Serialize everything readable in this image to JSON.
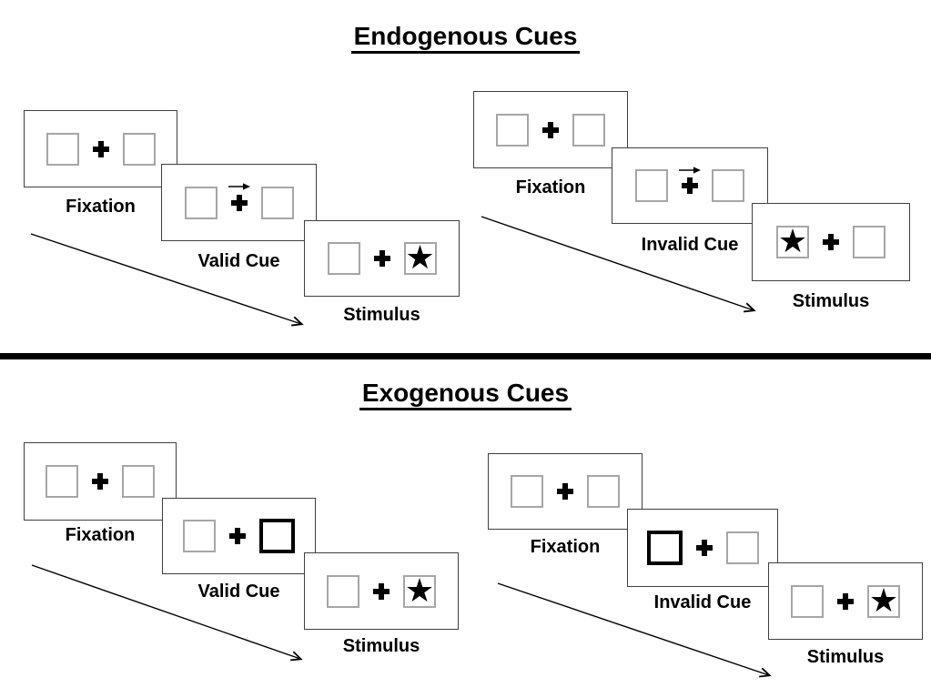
{
  "figure": {
    "sections": [
      {
        "title": "Endogenous Cues",
        "sequences": [
          {
            "name": "valid-trial",
            "panels": [
              {
                "label": "Fixation",
                "boxes": [
                  "plain",
                  "plain"
                ],
                "cue_arrow": null
              },
              {
                "label": "Valid Cue",
                "boxes": [
                  "plain",
                  "plain"
                ],
                "cue_arrow": "right"
              },
              {
                "label": "Stimulus",
                "boxes": [
                  "plain",
                  "star"
                ],
                "cue_arrow": null
              }
            ]
          },
          {
            "name": "invalid-trial",
            "panels": [
              {
                "label": "Fixation",
                "boxes": [
                  "plain",
                  "plain"
                ],
                "cue_arrow": null
              },
              {
                "label": "Invalid Cue",
                "boxes": [
                  "plain",
                  "plain"
                ],
                "cue_arrow": "right"
              },
              {
                "label": "Stimulus",
                "boxes": [
                  "star",
                  "plain"
                ],
                "cue_arrow": null
              }
            ]
          }
        ]
      },
      {
        "title": "Exogenous Cues",
        "sequences": [
          {
            "name": "valid-trial",
            "panels": [
              {
                "label": "Fixation",
                "boxes": [
                  "plain",
                  "plain"
                ],
                "cue_arrow": null
              },
              {
                "label": "Valid Cue",
                "boxes": [
                  "plain",
                  "bold"
                ],
                "cue_arrow": null
              },
              {
                "label": "Stimulus",
                "boxes": [
                  "plain",
                  "star"
                ],
                "cue_arrow": null
              }
            ]
          },
          {
            "name": "invalid-trial",
            "panels": [
              {
                "label": "Fixation",
                "boxes": [
                  "plain",
                  "plain"
                ],
                "cue_arrow": null
              },
              {
                "label": "Invalid Cue",
                "boxes": [
                  "bold",
                  "plain"
                ],
                "cue_arrow": null
              },
              {
                "label": "Stimulus",
                "boxes": [
                  "plain",
                  "star"
                ],
                "cue_arrow": null
              }
            ]
          }
        ]
      }
    ],
    "glyphs": {
      "star": "★",
      "fixation_cross": "plus-cross",
      "cue_arrow": "arrow-right",
      "sequence_arrow": "diagonal-arrow-down-right"
    },
    "colors": {
      "ink": "#000000",
      "panel_border": "#3f3f3f",
      "box_border": "#a6a6a6",
      "background": "#ffffff"
    }
  }
}
